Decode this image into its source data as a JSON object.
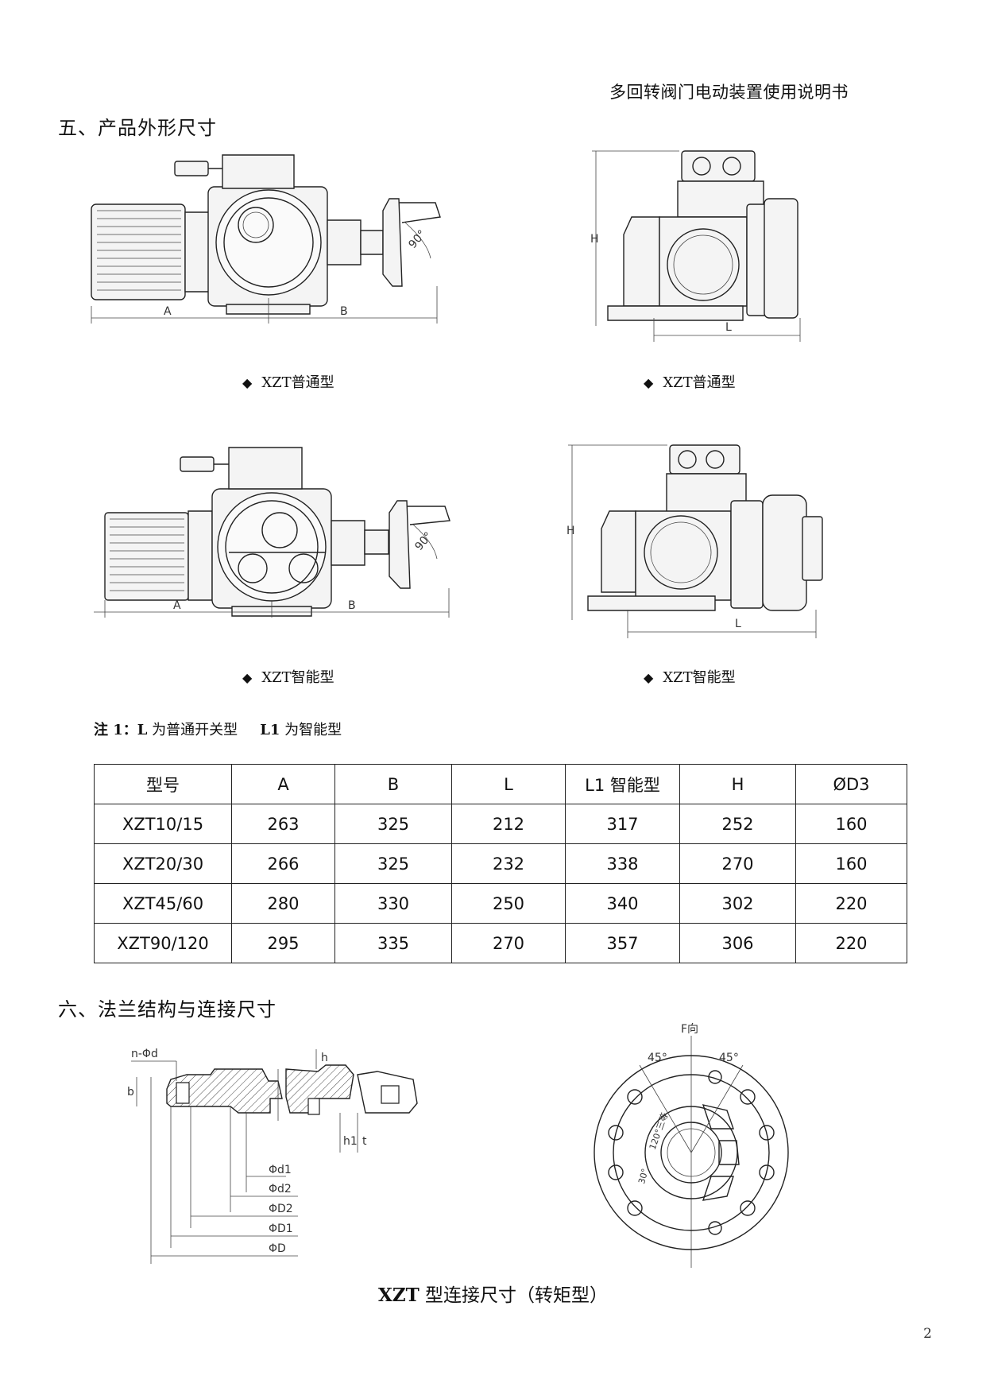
{
  "header": {
    "doc_title": "多回转阀门电动装置使用说明书"
  },
  "section5": {
    "title": "五、产品外形尺寸"
  },
  "drawings": {
    "top_left": {
      "caption": "XZT普通型",
      "dim_a": "A",
      "dim_b": "B",
      "angle": "90°"
    },
    "top_right": {
      "caption": "XZT普通型",
      "dim_h": "H",
      "dim_l": "L"
    },
    "bottom_left": {
      "caption": "XZT智能型",
      "dim_a": "A",
      "dim_b": "B",
      "angle": "90°"
    },
    "bottom_right": {
      "caption": "XZT智能型",
      "dim_h": "H",
      "dim_l": "L"
    }
  },
  "note": {
    "prefix": "注 1：",
    "l_key": "L",
    "l_text": " 为普通开关型",
    "l1_key": "L1",
    "l1_text": " 为智能型"
  },
  "table": {
    "headers": [
      "型号",
      "A",
      "B",
      "L",
      "L1 智能型",
      "H",
      "ØD3"
    ],
    "rows": [
      [
        "XZT10/15",
        "263",
        "325",
        "212",
        "317",
        "252",
        "160"
      ],
      [
        "XZT20/30",
        "266",
        "325",
        "232",
        "338",
        "270",
        "160"
      ],
      [
        "XZT45/60",
        "280",
        "330",
        "250",
        "340",
        "302",
        "220"
      ],
      [
        "XZT90/120",
        "295",
        "335",
        "270",
        "357",
        "306",
        "220"
      ]
    ]
  },
  "section6": {
    "title": "六、法兰结构与连接尺寸"
  },
  "flange": {
    "labels": {
      "n_phi_d": "n-Φd",
      "b": "b",
      "h": "h",
      "h1": "h1",
      "t": "t",
      "phi_d1": "Φd1",
      "phi_d2": "Φd2",
      "phi_D2": "ΦD2",
      "phi_D1": "ΦD1",
      "phi_D": "ΦD"
    },
    "top_view": {
      "f_dir": "F向",
      "angle_left": "45°",
      "angle_right": "45°",
      "angle_120": "120°三等",
      "angle_30": "30°"
    },
    "caption_bold": "XZT",
    "caption_text": " 型连接尺寸（转矩型）"
  },
  "page": {
    "number": "2"
  }
}
